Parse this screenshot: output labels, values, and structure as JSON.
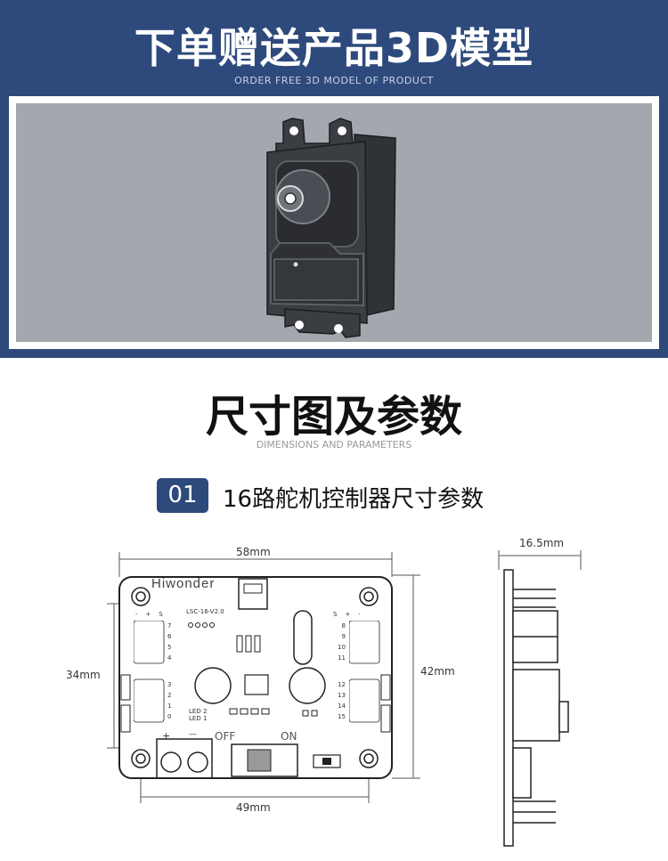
{
  "banner": {
    "title": "下单赠送产品3D模型",
    "subtitle": "ORDER FREE 3D MODEL OF PRODUCT"
  },
  "section": {
    "title": "尺寸图及参数",
    "subtitle": "DIMENSIONS AND PARAMETERS",
    "badge": "01",
    "heading": "16路舵机控制器尺寸参数"
  },
  "board": {
    "brand": "Hiwonder",
    "model": "LSC-16-V2.0",
    "switch_off": "OFF",
    "switch_on": "ON",
    "led2": "LED 2",
    "led1": "LED 1",
    "pin_header": [
      "-",
      "+",
      "S"
    ],
    "left_channels": [
      "7",
      "6",
      "5",
      "4",
      "3",
      "2",
      "1",
      "0"
    ],
    "right_channels": [
      "8",
      "9",
      "10",
      "11",
      "12",
      "13",
      "14",
      "15"
    ],
    "power_plus": "+",
    "power_minus": "—"
  },
  "dimensions": {
    "width": "58mm",
    "height_inner": "34mm",
    "height_outer": "42mm",
    "width_inner": "49mm",
    "thickness": "16.5mm"
  }
}
